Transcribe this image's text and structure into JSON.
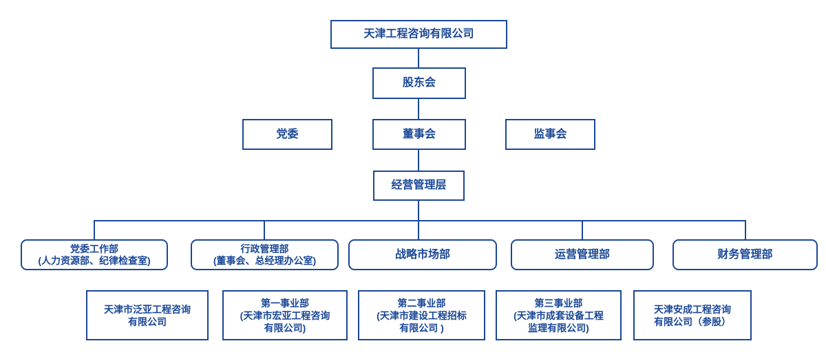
{
  "org_chart": {
    "accent_color": "#1a4796",
    "background_color": "#ffffff",
    "nodes": {
      "root": {
        "label": "天津工程咨询有限公司"
      },
      "shareholders": {
        "label": "股东会"
      },
      "party_committee": {
        "label": "党委"
      },
      "board": {
        "label": "董事会"
      },
      "supervisory_board": {
        "label": "监事会"
      },
      "management": {
        "label": "经营管理层"
      },
      "dept_party_work": {
        "label": "党委工作部\n(人力资源部、纪律检查室)"
      },
      "dept_admin": {
        "label": "行政管理部\n(董事会、总经理办公室)"
      },
      "dept_strategy": {
        "label": "战略市场部"
      },
      "dept_operations": {
        "label": "运营管理部"
      },
      "dept_finance": {
        "label": "财务管理部"
      },
      "sub_fanya": {
        "label": "天津市泛亚工程咨询\n有限公司"
      },
      "sub_division1": {
        "label": "第一事业部\n(天津市宏亚工程咨询\n有限公司)"
      },
      "sub_division2": {
        "label": "第二事业部\n(天津市建设工程招标\n有限公司 )"
      },
      "sub_division3": {
        "label": "第三事业部\n(天津市成套设备工程\n监理有限公司)"
      },
      "sub_ancheng": {
        "label": "天津安成工程咨询\n有限公司（参股）"
      }
    }
  }
}
